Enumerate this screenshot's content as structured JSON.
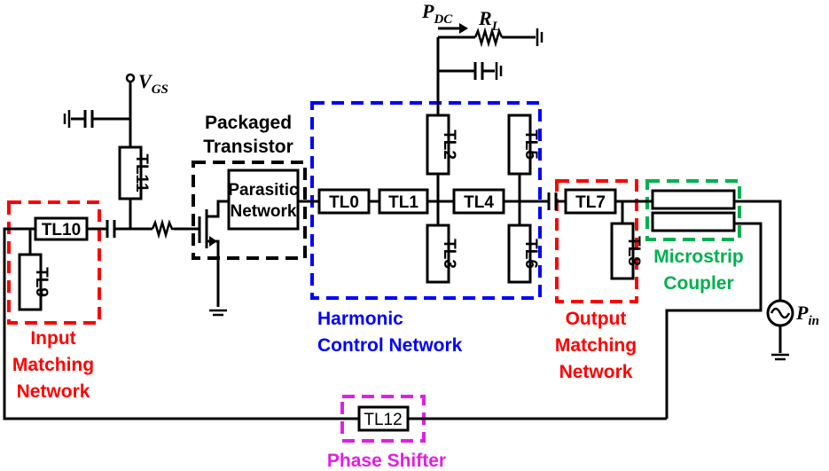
{
  "labels": {
    "vgs_main": "V",
    "vgs_sub": "GS",
    "pdc_main": "P",
    "pdc_sub": "DC",
    "rl_main": "R",
    "rl_sub": "L",
    "pin_main": "P",
    "pin_sub": "in",
    "packaged_line1": "Packaged",
    "packaged_line2": "Transistor",
    "parasitic_line1": "Parasitic",
    "parasitic_line2": "Network",
    "harmonic_line1": "Harmonic",
    "harmonic_line2": "Control Network",
    "input_line1": "Input",
    "input_line2": "Matching",
    "input_line3": "Network",
    "output_line1": "Output",
    "output_line2": "Matching",
    "output_line3": "Network",
    "coupler_line1": "Microstrip",
    "coupler_line2": "Coupler",
    "phase_shifter": "Phase Shifter"
  },
  "transmission_lines": {
    "tl0": "TL0",
    "tl1": "TL1",
    "tl2": "TL2",
    "tl3": "TL3",
    "tl4": "TL4",
    "tl5": "TL5",
    "tl6": "TL6",
    "tl7": "TL7",
    "tl8": "TL8",
    "tl9": "TL9",
    "tl10": "TL10",
    "tl11": "TL11",
    "tl12": "TL12"
  },
  "colors": {
    "input_matching": "#ff0000",
    "output_matching": "#ff0000",
    "harmonic_control": "#0000ff",
    "packaged_transistor": "#000000",
    "coupler": "#00b050",
    "phase_shifter": "#e020e0"
  }
}
